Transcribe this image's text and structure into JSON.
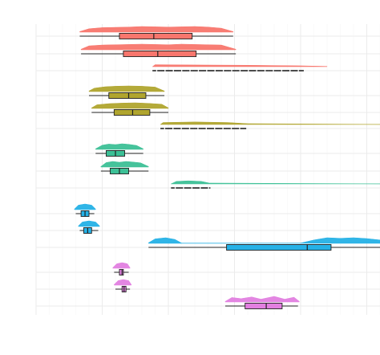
{
  "chart_data": {
    "type": "raincloud",
    "title": "",
    "xlabel": "",
    "ylabel": "",
    "grid": true,
    "legend": "none",
    "xlim": [
      0,
      26
    ],
    "groups": [
      {
        "color": "#F8766D",
        "rows": [
          {
            "kind": "box",
            "whisker": [
              3.3,
              14.9
            ],
            "box": [
              6.3,
              11.8
            ],
            "median": 8.9,
            "density": [
              [
                3.3,
                0.1
              ],
              [
                4.0,
                0.6
              ],
              [
                5.0,
                0.8
              ],
              [
                6.0,
                0.85
              ],
              [
                7.0,
                0.9
              ],
              [
                8.0,
                1.0
              ],
              [
                9.0,
                0.95
              ],
              [
                10.0,
                0.9
              ],
              [
                11.0,
                0.95
              ],
              [
                12.0,
                1.0
              ],
              [
                13.0,
                0.9
              ],
              [
                14.0,
                0.7
              ],
              [
                14.9,
                0.1
              ]
            ]
          },
          {
            "kind": "box",
            "whisker": [
              3.4,
              15.1
            ],
            "box": [
              6.6,
              12.1
            ],
            "median": 9.2,
            "density": [
              [
                3.4,
                0.1
              ],
              [
                4.0,
                0.7
              ],
              [
                5.0,
                0.85
              ],
              [
                6.0,
                0.9
              ],
              [
                7.0,
                0.95
              ],
              [
                8.0,
                1.0
              ],
              [
                9.0,
                0.95
              ],
              [
                10.0,
                0.9
              ],
              [
                11.0,
                1.0
              ],
              [
                12.0,
                0.95
              ],
              [
                13.0,
                0.9
              ],
              [
                14.0,
                0.85
              ],
              [
                15.1,
                0.1
              ]
            ]
          },
          {
            "kind": "points",
            "range": [
              8.8,
              20.2
            ],
            "density": [
              [
                8.8,
                0.0
              ],
              [
                9.0,
                0.35
              ],
              [
                12.0,
                0.3
              ],
              [
                16.0,
                0.25
              ],
              [
                20.0,
                0.15
              ],
              [
                22.0,
                0.05
              ]
            ]
          }
        ]
      },
      {
        "color": "#B0A52E",
        "rows": [
          {
            "kind": "box",
            "whisker": [
              4.0,
              9.7
            ],
            "box": [
              5.5,
              8.3
            ],
            "median": 7.0,
            "density": [
              [
                4.0,
                0.1
              ],
              [
                4.4,
                0.6
              ],
              [
                5.2,
                0.85
              ],
              [
                6.0,
                0.95
              ],
              [
                7.0,
                1.0
              ],
              [
                8.0,
                0.95
              ],
              [
                9.0,
                0.8
              ],
              [
                9.7,
                0.1
              ]
            ]
          },
          {
            "kind": "box",
            "whisker": [
              4.2,
              10.0
            ],
            "box": [
              5.9,
              8.6
            ],
            "median": 7.3,
            "density": [
              [
                4.2,
                0.1
              ],
              [
                4.6,
                0.65
              ],
              [
                5.5,
                0.85
              ],
              [
                6.5,
                0.95
              ],
              [
                7.5,
                1.0
              ],
              [
                8.5,
                0.9
              ],
              [
                9.5,
                0.75
              ],
              [
                10.0,
                0.1
              ]
            ]
          },
          {
            "kind": "points",
            "range": [
              9.4,
              15.8
            ],
            "density": [
              [
                9.4,
                0.0
              ],
              [
                9.6,
                0.35
              ],
              [
                12.0,
                0.45
              ],
              [
                14.5,
                0.35
              ],
              [
                16.0,
                0.15
              ],
              [
                26.0,
                0.02
              ]
            ]
          }
        ]
      },
      {
        "color": "#3CC096",
        "rows": [
          {
            "kind": "box",
            "whisker": [
              4.5,
              8.1
            ],
            "box": [
              5.3,
              6.7
            ],
            "median": 6.0,
            "density": [
              [
                4.5,
                0.1
              ],
              [
                5.0,
                0.75
              ],
              [
                5.5,
                0.95
              ],
              [
                6.0,
                0.85
              ],
              [
                6.5,
                1.0
              ],
              [
                7.0,
                0.9
              ],
              [
                7.6,
                0.7
              ],
              [
                8.1,
                0.1
              ]
            ]
          },
          {
            "kind": "box",
            "whisker": [
              4.9,
              8.5
            ],
            "box": [
              5.6,
              7.0
            ],
            "median": 6.3,
            "density": [
              [
                4.9,
                0.1
              ],
              [
                5.3,
                0.8
              ],
              [
                5.8,
                1.0
              ],
              [
                6.3,
                0.85
              ],
              [
                6.8,
                1.0
              ],
              [
                7.3,
                0.9
              ],
              [
                7.9,
                0.75
              ],
              [
                8.5,
                0.1
              ]
            ]
          },
          {
            "kind": "points",
            "range": [
              10.2,
              13.1
            ],
            "density": [
              [
                10.2,
                0.0
              ],
              [
                10.6,
                0.45
              ],
              [
                11.5,
                0.55
              ],
              [
                12.5,
                0.45
              ],
              [
                13.1,
                0.15
              ],
              [
                26.0,
                0.02
              ]
            ]
          }
        ]
      },
      {
        "color": "#25B1E6",
        "rows": [
          {
            "kind": "box",
            "whisker": [
              3.0,
              4.4
            ],
            "box": [
              3.4,
              4.0
            ],
            "median": 3.7,
            "density": [
              [
                2.9,
                0.1
              ],
              [
                3.2,
                0.8
              ],
              [
                3.7,
                1.0
              ],
              [
                4.2,
                0.8
              ],
              [
                4.5,
                0.1
              ]
            ]
          },
          {
            "kind": "box",
            "whisker": [
              3.3,
              4.7
            ],
            "box": [
              3.6,
              4.2
            ],
            "median": 3.9,
            "density": [
              [
                3.2,
                0.1
              ],
              [
                3.5,
                0.8
              ],
              [
                4.0,
                1.0
              ],
              [
                4.5,
                0.8
              ],
              [
                4.8,
                0.1
              ]
            ]
          },
          {
            "kind": "box",
            "whisker": [
              8.5,
              26.0
            ],
            "box": [
              14.4,
              22.3
            ],
            "median": 20.5,
            "density": [
              [
                8.5,
                0.1
              ],
              [
                9.0,
                0.8
              ],
              [
                9.8,
                1.0
              ],
              [
                10.5,
                0.7
              ],
              [
                11.0,
                0.05
              ],
              [
                20.0,
                0.05
              ],
              [
                21.0,
                0.6
              ],
              [
                22.0,
                1.0
              ],
              [
                23.0,
                0.9
              ],
              [
                24.0,
                1.0
              ],
              [
                25.0,
                0.85
              ],
              [
                26.0,
                0.6
              ]
            ]
          }
        ]
      },
      {
        "color": "#E27FE0",
        "rows": [
          {
            "kind": "box",
            "whisker": [
              5.9,
              7.0
            ],
            "box": [
              6.3,
              6.6
            ],
            "median": 6.5,
            "density": [
              [
                5.8,
                0.1
              ],
              [
                6.1,
                0.8
              ],
              [
                6.5,
                1.0
              ],
              [
                6.9,
                0.8
              ],
              [
                7.1,
                0.1
              ]
            ]
          },
          {
            "kind": "box",
            "whisker": [
              6.0,
              7.1
            ],
            "box": [
              6.5,
              6.8
            ],
            "median": 6.65,
            "density": [
              [
                5.9,
                0.1
              ],
              [
                6.2,
                0.8
              ],
              [
                6.6,
                1.0
              ],
              [
                7.0,
                0.8
              ],
              [
                7.2,
                0.1
              ]
            ]
          },
          {
            "kind": "box",
            "whisker": [
              14.3,
              19.8
            ],
            "box": [
              15.8,
              18.6
            ],
            "median": 17.4,
            "density": [
              [
                14.3,
                0.1
              ],
              [
                14.8,
                0.8
              ],
              [
                15.5,
                0.6
              ],
              [
                16.3,
                0.9
              ],
              [
                17.0,
                0.5
              ],
              [
                18.0,
                1.0
              ],
              [
                18.8,
                0.5
              ],
              [
                19.5,
                0.85
              ],
              [
                19.9,
                0.1
              ]
            ]
          }
        ]
      }
    ]
  }
}
